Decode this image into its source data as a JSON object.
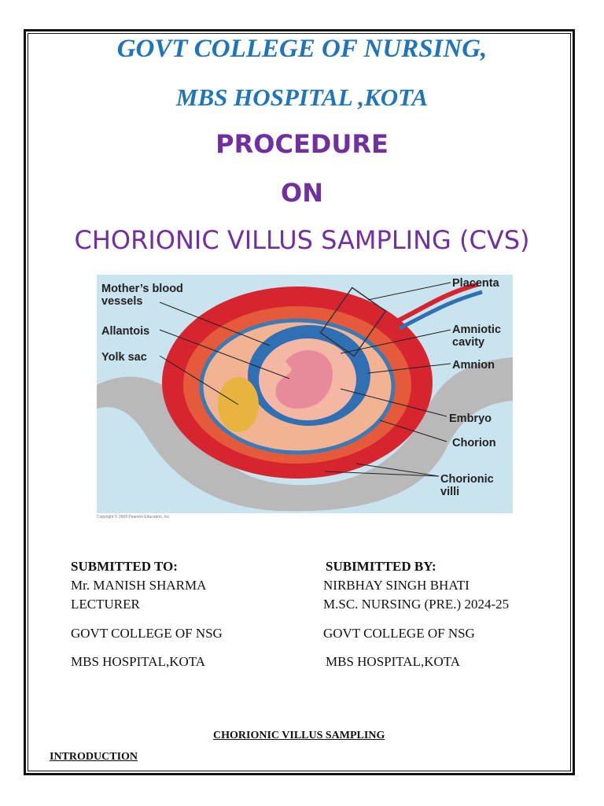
{
  "header": {
    "college": "GOVT COLLEGE OF NURSING,",
    "hospital": "MBS HOSPITAL ,KOTA",
    "procedure": "PROCEDURE",
    "on": "ON",
    "subject": "CHORIONIC VILLUS SAMPLING (CVS)"
  },
  "figure": {
    "labels": {
      "mothers_blood_line1": "Mother’s blood",
      "mothers_blood_line2": "vessels",
      "allantois": "Allantois",
      "yolk_sac": "Yolk sac",
      "placenta": "Placenta",
      "amniotic_line1": "Amniotic",
      "amniotic_line2": "cavity",
      "amnion": "Amnion",
      "embryo": "Embryo",
      "chorion": "Chorion",
      "villi_line1": "Chorionic",
      "villi_line2": "villi"
    },
    "copyright": "Copyright © 2009 Pearson Education, Inc."
  },
  "submitted_to": {
    "heading": "SUBMITTED TO:",
    "name": "Mr. MANISH SHARMA",
    "designation": "LECTURER",
    "college": "GOVT COLLEGE OF NSG",
    "hospital": "MBS HOSPITAL,KOTA"
  },
  "submitted_by": {
    "heading": "SUBIMITTED BY:",
    "name": "NIRBHAY SINGH BHATI",
    "course": "M.SC. NURSING (PRE.) 2024-25",
    "college": "GOVT COLLEGE OF NSG",
    "hospital": "MBS HOSPITAL,KOTA"
  },
  "section_title": "CHORIONIC VILLUS SAMPLING",
  "introduction": "INTRODUCTION",
  "colors": {
    "blue_heading": "#1f75b8",
    "purple_heading": "#7030a0"
  }
}
